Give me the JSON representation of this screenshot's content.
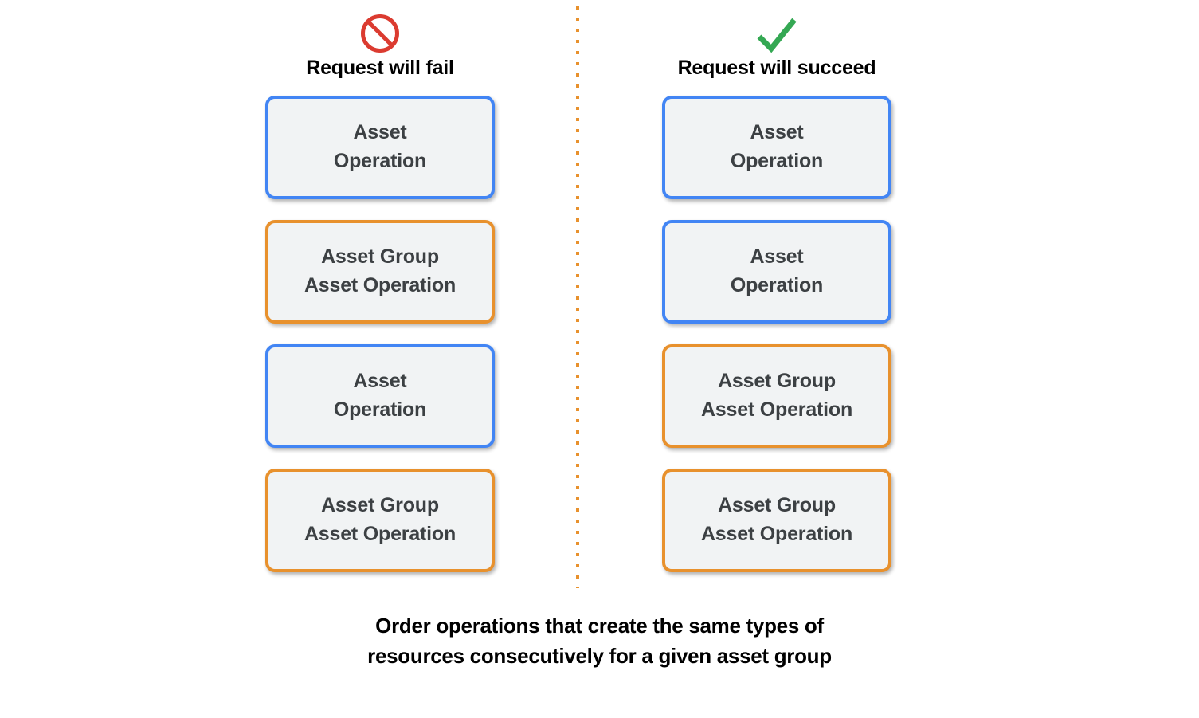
{
  "diagram": {
    "columns": [
      {
        "id": "fail",
        "icon": "prohibition-icon",
        "icon_color": "#db3b30",
        "title": "Request will fail",
        "boxes": [
          {
            "kind": "asset",
            "label": "Asset\nOperation"
          },
          {
            "kind": "group",
            "label": "Asset Group\nAsset Operation"
          },
          {
            "kind": "asset",
            "label": "Asset\nOperation"
          },
          {
            "kind": "group",
            "label": "Asset Group\nAsset Operation"
          }
        ]
      },
      {
        "id": "succeed",
        "icon": "check-icon",
        "icon_color": "#34a853",
        "title": "Request will succeed",
        "boxes": [
          {
            "kind": "asset",
            "label": "Asset\nOperation"
          },
          {
            "kind": "asset",
            "label": "Asset\nOperation"
          },
          {
            "kind": "group",
            "label": "Asset Group\nAsset Operation"
          },
          {
            "kind": "group",
            "label": "Asset Group\nAsset Operation"
          }
        ]
      }
    ],
    "caption": {
      "line1": "Order operations that create the same types of",
      "line2": "resources consecutively for a given asset group"
    },
    "colors": {
      "asset_border": "#4285f4",
      "group_border": "#e8912d",
      "box_fill": "#f1f3f4",
      "box_text": "#3c4043",
      "divider": "#e8912d",
      "fail_icon": "#db3b30",
      "success_icon": "#34a853",
      "background": "#ffffff"
    }
  }
}
